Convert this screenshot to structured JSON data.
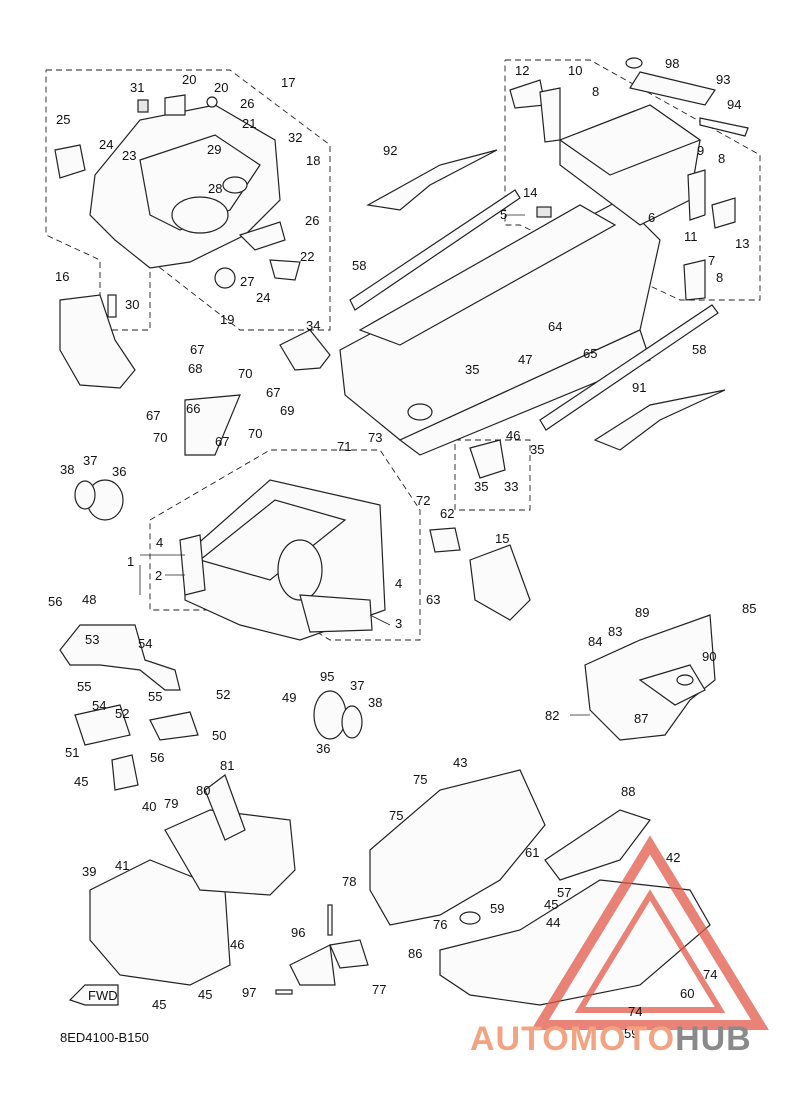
{
  "diagram_code": "8ED4100-B150",
  "fwd_label": "FWD",
  "watermark": {
    "part1": "AUTOMOTO",
    "part2": "HUB",
    "color1": "#f2a482",
    "color2": "#8a8a8a",
    "logo_color": "#e25a4a"
  },
  "callouts": {
    "c1": "1",
    "c2": "2",
    "c3": "3",
    "c4a": "4",
    "c4b": "4",
    "c5": "5",
    "c6": "6",
    "c7": "7",
    "c8a": "8",
    "c8b": "8",
    "c8c": "8",
    "c9": "9",
    "c10": "10",
    "c11": "11",
    "c12": "12",
    "c13": "13",
    "c14": "14",
    "c15": "15",
    "c16": "16",
    "c17": "17",
    "c18": "18",
    "c19": "19",
    "c20a": "20",
    "c20b": "20",
    "c21": "21",
    "c22": "22",
    "c23": "23",
    "c24a": "24",
    "c24b": "24",
    "c25": "25",
    "c26a": "26",
    "c26b": "26",
    "c27": "27",
    "c28": "28",
    "c29": "29",
    "c30": "30",
    "c31": "31",
    "c32": "32",
    "c33": "33",
    "c34": "34",
    "c35a": "35",
    "c35b": "35",
    "c35c": "35",
    "c36a": "36",
    "c36b": "36",
    "c37a": "37",
    "c37b": "37",
    "c38a": "38",
    "c38b": "38",
    "c39": "39",
    "c40": "40",
    "c41": "41",
    "c42": "42",
    "c43": "43",
    "c44": "44",
    "c45a": "45",
    "c45b": "45",
    "c45c": "45",
    "c45d": "45",
    "c46a": "46",
    "c46b": "46",
    "c47": "47",
    "c48": "48",
    "c49": "49",
    "c50": "50",
    "c51": "51",
    "c52a": "52",
    "c52b": "52",
    "c53": "53",
    "c54a": "54",
    "c54b": "54",
    "c55a": "55",
    "c55b": "55",
    "c56a": "56",
    "c56b": "56",
    "c57": "57",
    "c58a": "58",
    "c58b": "58",
    "c59a": "59",
    "c59b": "59",
    "c60": "60",
    "c61": "61",
    "c62": "62",
    "c63": "63",
    "c64": "64",
    "c65": "65",
    "c66": "66",
    "c67a": "67",
    "c67b": "67",
    "c67c": "67",
    "c67d": "67",
    "c68": "68",
    "c69": "69",
    "c70a": "70",
    "c70b": "70",
    "c70c": "70",
    "c71": "71",
    "c72": "72",
    "c73": "73",
    "c74a": "74",
    "c74b": "74",
    "c75a": "75",
    "c75b": "75",
    "c76": "76",
    "c77": "77",
    "c78": "78",
    "c79": "79",
    "c80": "80",
    "c81": "81",
    "c82": "82",
    "c83": "83",
    "c84": "84",
    "c85": "85",
    "c86": "86",
    "c87": "87",
    "c88": "88",
    "c89": "89",
    "c90": "90",
    "c91": "91",
    "c92": "92",
    "c93": "93",
    "c94": "94",
    "c95": "95",
    "c96": "96",
    "c97": "97",
    "c98": "98"
  }
}
